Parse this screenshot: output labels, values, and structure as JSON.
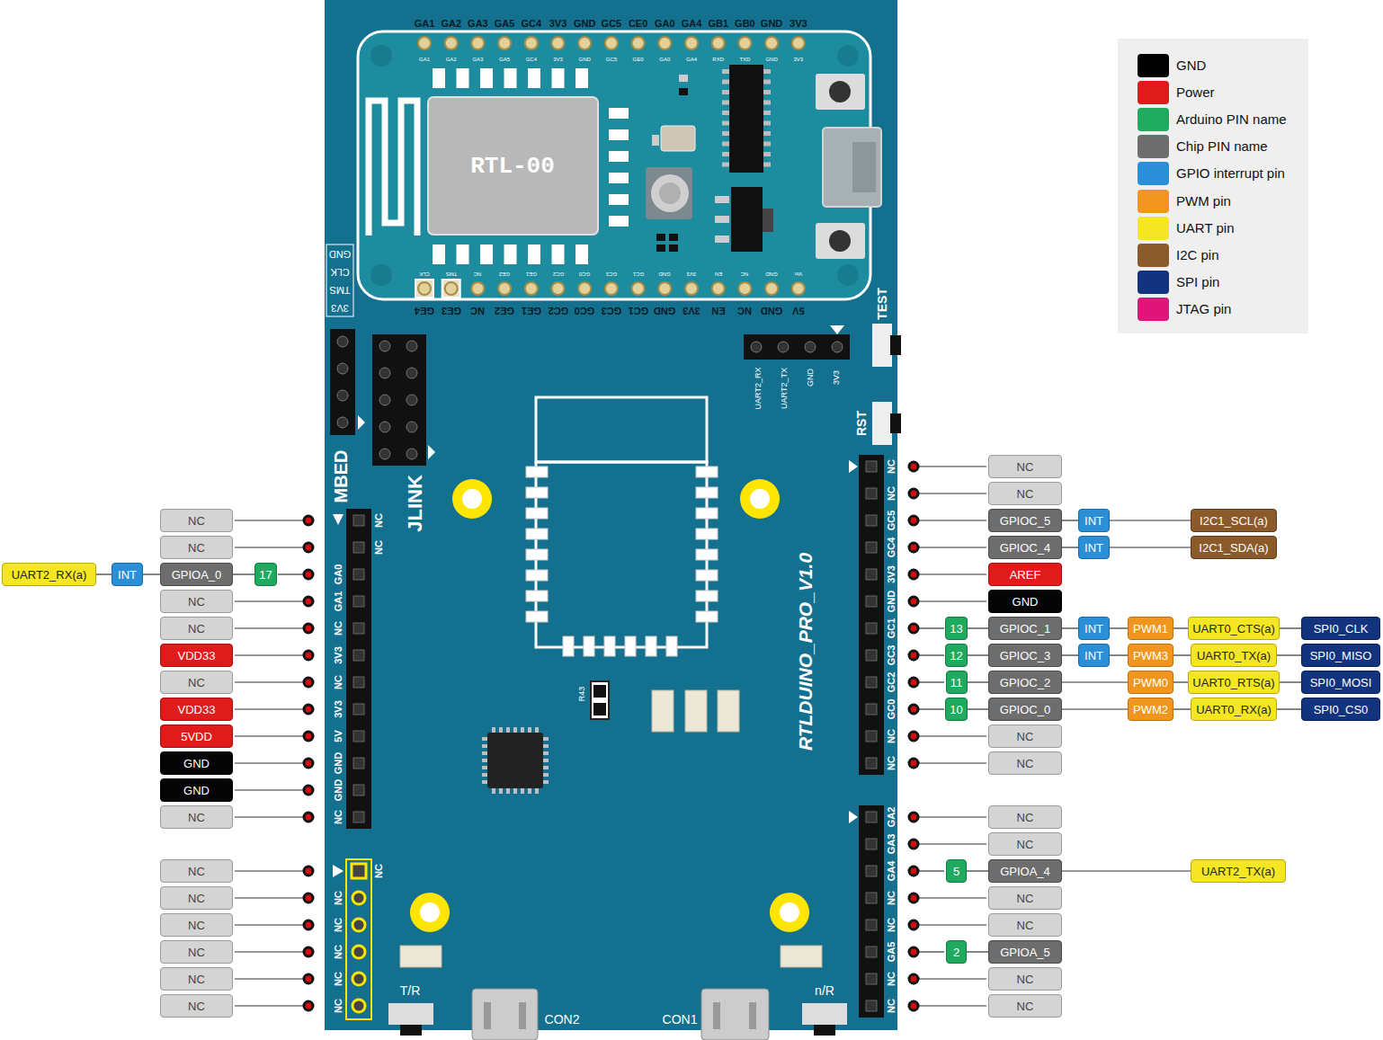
{
  "diagram": {
    "nodes": [
      {
        "text": [
          "NC"
        ]
      },
      {
        "text": [
          "NC"
        ]
      },
      {
        "text": [
          "UART2_RX(a)"
        ]
      },
      {
        "text": [
          "INT"
        ]
      },
      {
        "text": [
          "GPIOA_0"
        ]
      },
      {
        "text": [
          "17"
        ]
      },
      {
        "text": [
          "NC"
        ]
      },
      {
        "text": [
          "NC"
        ]
      },
      {
        "text": [
          "VDD33"
        ]
      },
      {
        "text": [
          "NC"
        ]
      },
      {
        "text": [
          "VDD33"
        ]
      },
      {
        "text": [
          "5VDD"
        ]
      },
      {
        "text": [
          "GND"
        ]
      },
      {
        "text": [
          "GND"
        ]
      },
      {
        "text": [
          "NC"
        ]
      },
      {
        "text": [
          "NC"
        ]
      },
      {
        "text": [
          "NC"
        ]
      },
      {
        "text": [
          "NC"
        ]
      },
      {
        "text": [
          "NC"
        ]
      },
      {
        "text": [
          "NC"
        ]
      },
      {
        "text": [
          "NC"
        ]
      },
      {
        "text": [
          "NC"
        ]
      },
      {
        "text": [
          "NC"
        ]
      },
      {
        "text": [
          "GPIOC_5"
        ]
      },
      {
        "text": [
          "INT"
        ]
      },
      {
        "text": [
          "I2C1_SCL(a)"
        ]
      },
      {
        "text": [
          "GPIOC_4"
        ]
      },
      {
        "text": [
          "INT"
        ]
      },
      {
        "text": [
          "I2C1_SDA(a)"
        ]
      },
      {
        "text": [
          "AREF"
        ]
      },
      {
        "text": [
          "GND"
        ]
      },
      {
        "text": [
          "13"
        ]
      },
      {
        "text": [
          "GPIOC_1"
        ]
      },
      {
        "text": [
          "INT"
        ]
      },
      {
        "text": [
          "PWM1"
        ]
      },
      {
        "text": [
          "UART0_CTS(a)"
        ]
      },
      {
        "text": [
          "SPI0_CLK"
        ]
      },
      {
        "text": [
          "12"
        ]
      },
      {
        "text": [
          "GPIOC_3"
        ]
      },
      {
        "text": [
          "INT"
        ]
      },
      {
        "text": [
          "PWM3"
        ]
      },
      {
        "text": [
          "UART0_TX(a)"
        ]
      },
      {
        "text": [
          "SPI0_MISO"
        ]
      },
      {
        "text": [
          "11"
        ]
      },
      {
        "text": [
          "GPIOC_2"
        ]
      },
      {
        "text": [
          "PWM0"
        ]
      },
      {
        "text": [
          "UART0_RTS(a)"
        ]
      },
      {
        "text": [
          "SPI0_MOSI"
        ]
      },
      {
        "text": [
          "10"
        ]
      },
      {
        "text": [
          "GPIOC_0"
        ]
      },
      {
        "text": [
          "PWM2"
        ]
      },
      {
        "text": [
          "UART0_RX(a)"
        ]
      },
      {
        "text": [
          "SPI0_CS0"
        ]
      },
      {
        "text": [
          "NC"
        ]
      },
      {
        "text": [
          "NC"
        ]
      },
      {
        "text": [
          "NC"
        ]
      },
      {
        "text": [
          "NC"
        ]
      },
      {
        "text": [
          "5"
        ]
      },
      {
        "text": [
          "GPIOA_4"
        ]
      },
      {
        "text": [
          "UART2_TX(a)"
        ]
      },
      {
        "text": [
          "NC"
        ]
      },
      {
        "text": [
          "NC"
        ]
      },
      {
        "text": [
          "2"
        ]
      },
      {
        "text": [
          "GPIOA_5"
        ]
      },
      {
        "text": [
          "NC"
        ]
      },
      {
        "text": [
          "NC"
        ]
      }
    ],
    "edges": [
      {
        "from": 2,
        "to": 3,
        "arrow": "none"
      },
      {
        "from": 3,
        "to": 4,
        "arrow": "none"
      },
      {
        "from": 4,
        "to": 5,
        "arrow": "none"
      },
      {
        "from": 23,
        "to": 24,
        "arrow": "none"
      },
      {
        "from": 24,
        "to": 25,
        "arrow": "none"
      },
      {
        "from": 26,
        "to": 27,
        "arrow": "none"
      },
      {
        "from": 27,
        "to": 28,
        "arrow": "none"
      },
      {
        "from": 31,
        "to": 32,
        "arrow": "none"
      },
      {
        "from": 32,
        "to": 33,
        "arrow": "none"
      },
      {
        "from": 33,
        "to": 34,
        "arrow": "none"
      },
      {
        "from": 34,
        "to": 35,
        "arrow": "none"
      },
      {
        "from": 35,
        "to": 36,
        "arrow": "none"
      },
      {
        "from": 37,
        "to": 38,
        "arrow": "none"
      },
      {
        "from": 38,
        "to": 39,
        "arrow": "none"
      },
      {
        "from": 39,
        "to": 40,
        "arrow": "none"
      },
      {
        "from": 40,
        "to": 41,
        "arrow": "none"
      },
      {
        "from": 41,
        "to": 42,
        "arrow": "none"
      },
      {
        "from": 43,
        "to": 44,
        "arrow": "none"
      },
      {
        "from": 44,
        "to": 45,
        "arrow": "none"
      },
      {
        "from": 45,
        "to": 46,
        "arrow": "none"
      },
      {
        "from": 46,
        "to": 47,
        "arrow": "none"
      },
      {
        "from": 48,
        "to": 49,
        "arrow": "none"
      },
      {
        "from": 49,
        "to": 50,
        "arrow": "none"
      },
      {
        "from": 50,
        "to": 51,
        "arrow": "none"
      },
      {
        "from": 51,
        "to": 52,
        "arrow": "none"
      },
      {
        "from": 57,
        "to": 58,
        "arrow": "none"
      },
      {
        "from": 58,
        "to": 59,
        "arrow": "none"
      },
      {
        "from": 62,
        "to": 63,
        "arrow": "none"
      }
    ],
    "labels": [
      "GA1",
      "GA2",
      "GA3",
      "GA5",
      "GC4",
      "3V3",
      "GND",
      "GC5",
      "CE0",
      "GA0",
      "GA4",
      "GB1",
      "GB0",
      "GND",
      "3V3",
      "GA1",
      "GA2",
      "GA3",
      "GA5",
      "GC4",
      "3V3",
      "GND",
      "GC5",
      "GE0",
      "GA0",
      "GA4",
      "RXD",
      "TXD",
      "GND",
      "3V3",
      "CLK",
      "TMS",
      "NC",
      "GE2",
      "GE1",
      "GC2",
      "GC0",
      "GC3",
      "GC1",
      "GND",
      "3V3",
      "EN",
      "NC",
      "GND",
      "Vin",
      "GE4",
      "GE3",
      "NC",
      "GE2",
      "GE1",
      "GC2",
      "GC0",
      "GC3",
      "GC1",
      "GND",
      "3V3",
      "EN",
      "NC",
      "GND",
      "5V",
      "GND",
      "CLK",
      "TMS",
      "3V3",
      "RTL-00",
      "TEST",
      "RST",
      "UART2_RX",
      "UART2_TX",
      "GND",
      "3V3",
      "MBED",
      "JLINK",
      "RTLDUINO_PRO_V1.0",
      "R43",
      "NC",
      "NC",
      "GA0",
      "GA1",
      "NC",
      "3V3",
      "NC",
      "3V3",
      "5V",
      "GND",
      "GND",
      "NC",
      "NC",
      "NC",
      "NC",
      "NC",
      "NC",
      "NC",
      "NC",
      "NC",
      "GC5",
      "GC4",
      "3V3",
      "GND",
      "GC1",
      "GC3",
      "GC2",
      "GC0",
      "NC",
      "NC",
      "GA2",
      "GA3",
      "GA4",
      "NC",
      "NC",
      "GA5",
      "NC",
      "NC",
      "T/R",
      "CON2",
      "CON1",
      "n/R"
    ],
    "legend": [
      {
        "text": "GND",
        "color": "#000000"
      },
      {
        "text": "Power",
        "color": "#e01b1b"
      },
      {
        "text": "Arduino PIN name",
        "color": "#1faa5f"
      },
      {
        "text": "Chip PIN name",
        "color": "#6d6d6d"
      },
      {
        "text": "GPIO interrupt pin",
        "color": "#2a8fd6"
      },
      {
        "text": "PWM pin",
        "color": "#f0961e"
      },
      {
        "text": "UART pin",
        "color": "#f5e623"
      },
      {
        "text": "I2C pin",
        "color": "#8b5a2b"
      },
      {
        "text": "SPI pin",
        "color": "#13337f"
      },
      {
        "text": "JTAG pin",
        "color": "#e0157a"
      }
    ]
  }
}
